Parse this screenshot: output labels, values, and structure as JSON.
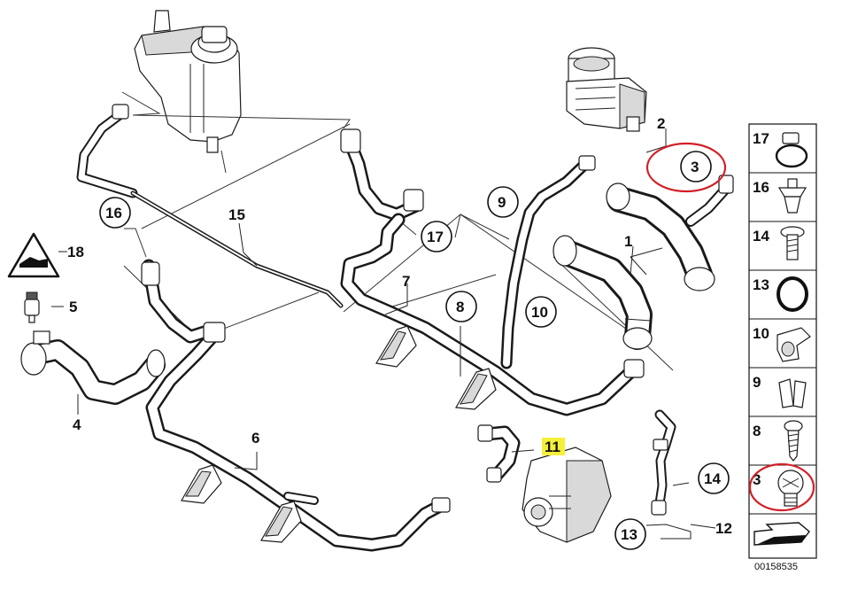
{
  "diagram": {
    "part_labels": {
      "p1": "1",
      "p2": "2",
      "p3": "3",
      "p4": "4",
      "p5": "5",
      "p6": "6",
      "p7": "7",
      "p8": "8",
      "p9": "9",
      "p10": "10",
      "p11": "11",
      "p12": "12",
      "p13": "13",
      "p14": "14",
      "p15": "15",
      "p16": "16",
      "p17": "17",
      "p18": "18"
    },
    "legend": {
      "items": [
        "17",
        "16",
        "14",
        "13",
        "10",
        "9",
        "8",
        "3"
      ]
    },
    "figure_number": "00158535",
    "highlight_color": "#f5ef3a",
    "marker_color": "#d21f26"
  }
}
